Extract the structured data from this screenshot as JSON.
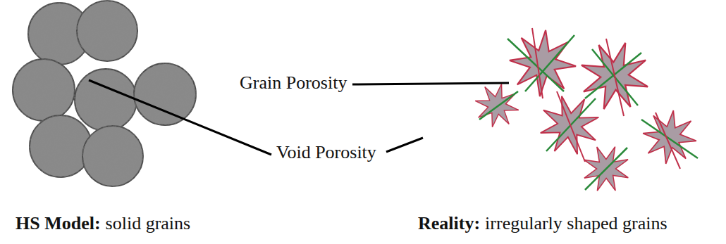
{
  "diagram": {
    "labels": [
      "Grain Porosity",
      "Void Porosity",
      "HS Model:",
      "solid grains",
      "Reality:",
      "irregularly shaped grains"
    ]
  }
}
